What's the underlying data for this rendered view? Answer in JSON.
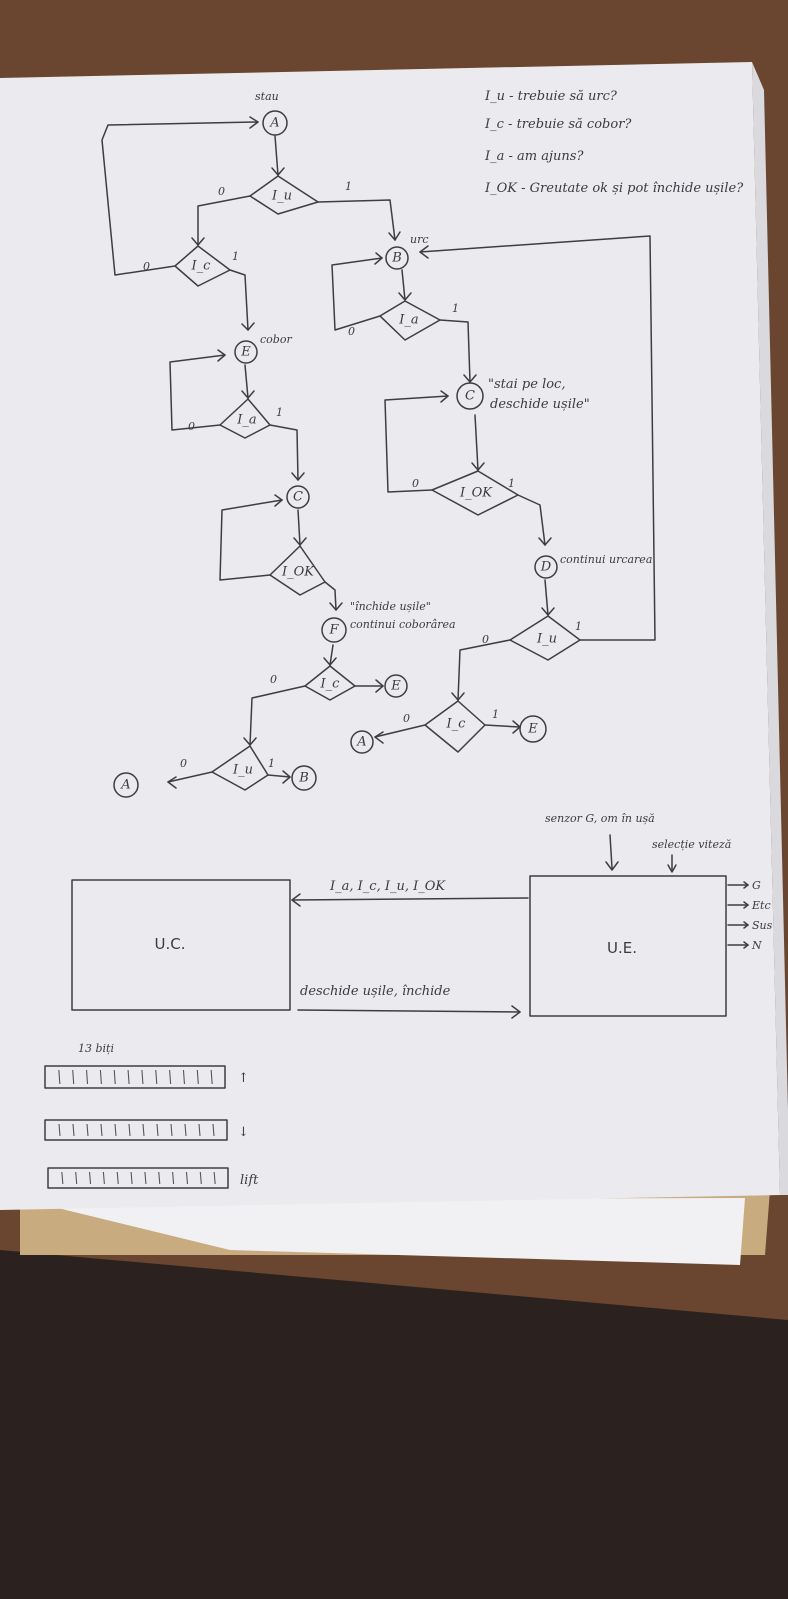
{
  "notes": [
    "I_u - trebuie să urc?",
    "I_c - trebuie să cobor?",
    "I_a - am ajuns?",
    "I_OK - Greutate ok și pot închide ușile?"
  ],
  "state_labels": {
    "stau": "stau",
    "urc": "urc",
    "cobor": "cobor",
    "stai_pe_loc": "\"stai pe loc,",
    "deschide_usile": "deschide ușile\"",
    "inchide_usile": "\"închide ușile\"",
    "continui_coborarea": "continui coborârea",
    "continui_urcarea": "continui urcarea"
  },
  "nodes": {
    "A_top": "A",
    "B_main": "B",
    "E_left": "E",
    "C_left": "C",
    "C_right": "C",
    "D": "D",
    "F": "F",
    "E_mid": "E",
    "E_right": "E",
    "A_right": "A",
    "A_bottom": "A",
    "B_bottom": "B"
  },
  "decisions": {
    "Iu_top": "I_u",
    "Ic_left": "I_c",
    "Ia_right": "I_a",
    "Ia_left": "I_a",
    "Iok_right": "I_OK",
    "Iok_left": "I_OK",
    "Ic_mid": "I_c",
    "Iu_right": "I_u",
    "Ic_right": "I_c",
    "Iu_bottom": "I_u"
  },
  "edge_labels": {
    "zero": "0",
    "one": "1"
  },
  "block": {
    "uc": "U.C.",
    "ue": "U.E.",
    "signals_in": "I_a, I_c, I_u, I_OK",
    "commands_out": "deschide ușile, închide",
    "sensor": "senzor G, om în ușă",
    "speed": "selecție viteză",
    "outputs": [
      "G",
      "Etc",
      "Sus",
      "N"
    ]
  },
  "registers": {
    "bits_label": "13 biți",
    "labels": [
      "↑",
      "↓",
      "lift"
    ]
  }
}
